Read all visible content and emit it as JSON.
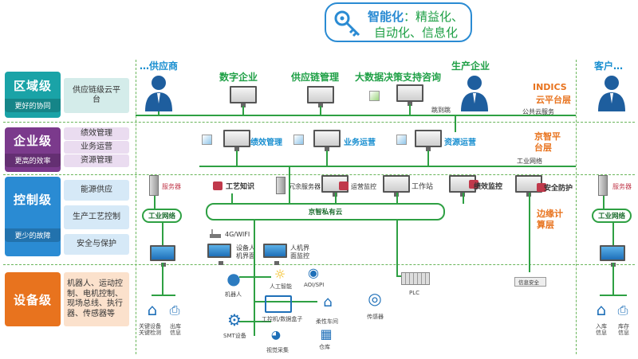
{
  "header": {
    "smart_label": "智能化",
    "smart_rest_line1": "：精益化、",
    "smart_rest_line2": "自动化、信息化"
  },
  "levels": [
    {
      "title": "区域级",
      "subtitle": "更好的协同",
      "color": "#1aa3a7"
    },
    {
      "title": "企业级",
      "subtitle": "更高的效率",
      "color": "#7b3a8c"
    },
    {
      "title": "控制级",
      "subtitle": "更少的故障",
      "color": "#2a8bd3"
    },
    {
      "title": "设备级",
      "subtitle": "",
      "color": "#e8731e"
    }
  ],
  "sublabels": {
    "regional": "供应链级云平台",
    "enterprise": [
      "绩效管理",
      "业务运营",
      "资源管理"
    ],
    "control": [
      "能源供应",
      "生产工艺控制",
      "安全与保护"
    ],
    "device": "机器人、运动控制、电机控制、现场总线、执行器、传感器等"
  },
  "top": {
    "supplier": "…供应商",
    "customer": "客户…",
    "digital_enterprise": "数字企业",
    "supply_chain_mgmt": "供应链管理",
    "bigdata": "大数据决策支持咨询",
    "production_enterprise": "生产企业",
    "indics": "INDICS",
    "cloud_layer": "云平台层",
    "public_cloud": "公共云服务",
    "jump_cloud": "跳到跳"
  },
  "enterprise": {
    "perf_mgmt": "绩效管理",
    "business_ops": "业务运营",
    "resource_ops": "资源运营",
    "jingzhi_platform": "京智平台层",
    "industrial_net": "工业网络"
  },
  "control": {
    "server": "服务器",
    "process_knowledge": "工艺知识",
    "redundant_server": "冗余服务器",
    "ops_monitor": "运营监控",
    "workstation": "工作站",
    "perf_monitor": "绩效监控",
    "security": "安全防护",
    "industrial_net": "工业网络",
    "private_cloud": "京智私有云",
    "edge_layer": "边缘计算层",
    "server_right": "服务器",
    "industrial_net_right": "工业网络",
    "wifi": "4G/WIFI",
    "device_hmi": "设备人机界面",
    "hmi": "人机界面监控",
    "info_security": "信息安全"
  },
  "device": {
    "robot": "机器人",
    "ai": "人工智能",
    "aoi": "AOI/SPI",
    "plc": "PLC",
    "sensor": "传感器",
    "smt": "SMT设备",
    "ipc": "工控机/数据盒子",
    "smart_workshop": "柔性车间",
    "warehouse": "仓库",
    "vision": "视觉采集",
    "key_equip": "关键设备关键检测",
    "out_info": "出库信息",
    "in_info": "入库信息",
    "stock_info": "库存信息"
  }
}
